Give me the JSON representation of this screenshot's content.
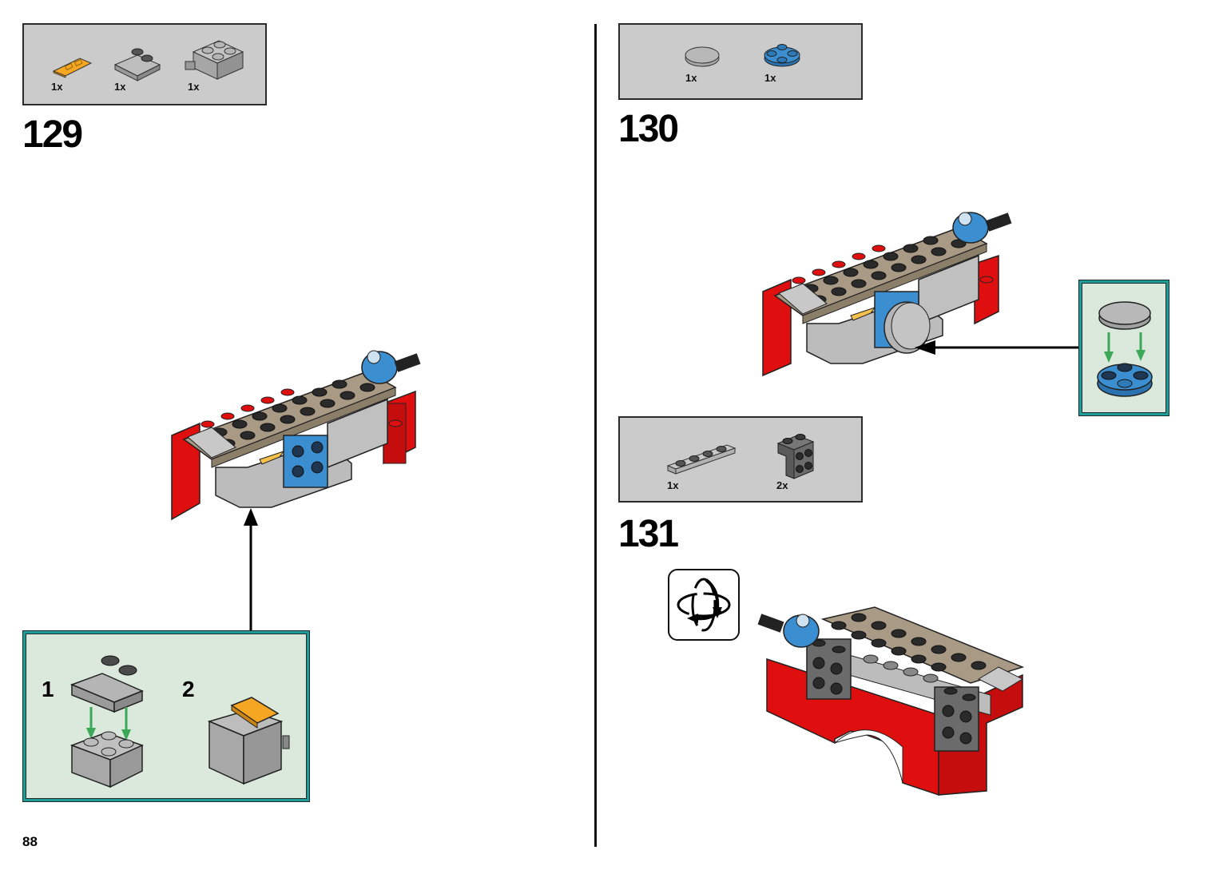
{
  "page": {
    "number": "88"
  },
  "steps": [
    {
      "number": "129",
      "parts": [
        {
          "qty": "1x",
          "part": "yellow-orange tile 1x2 with grille"
        },
        {
          "qty": "1x",
          "part": "light gray slope curved 2x2 with 2 studs"
        },
        {
          "qty": "1x",
          "part": "light gray brick 2x2 with ball joint"
        }
      ],
      "subassembly": {
        "substeps": [
          {
            "number": "1"
          },
          {
            "number": "2"
          }
        ]
      }
    },
    {
      "number": "130",
      "parts": [
        {
          "qty": "1x",
          "part": "light gray round tile 2x2"
        },
        {
          "qty": "1x",
          "part": "blue round plate 2x2 with axle hole"
        }
      ]
    },
    {
      "number": "131",
      "parts": [
        {
          "qty": "1x",
          "part": "light gray plate 1x4"
        },
        {
          "qty": "2x",
          "part": "dark gray bracket 1x2 - 2x2"
        }
      ],
      "icon": "rotate-model-icon"
    }
  ],
  "colors": {
    "parts_bg": "#cbcbcb",
    "callout_bg": "#dbe8dc",
    "callout_border": "#1d9c98",
    "brick_red": "#e00f0f",
    "tan": "#a89a84",
    "blue": "#3b8fd0",
    "light_gray": "#bdbdbd",
    "dark_gray": "#6b6b6b",
    "yellow": "#f5a623",
    "arrow_green": "#3aa856"
  }
}
